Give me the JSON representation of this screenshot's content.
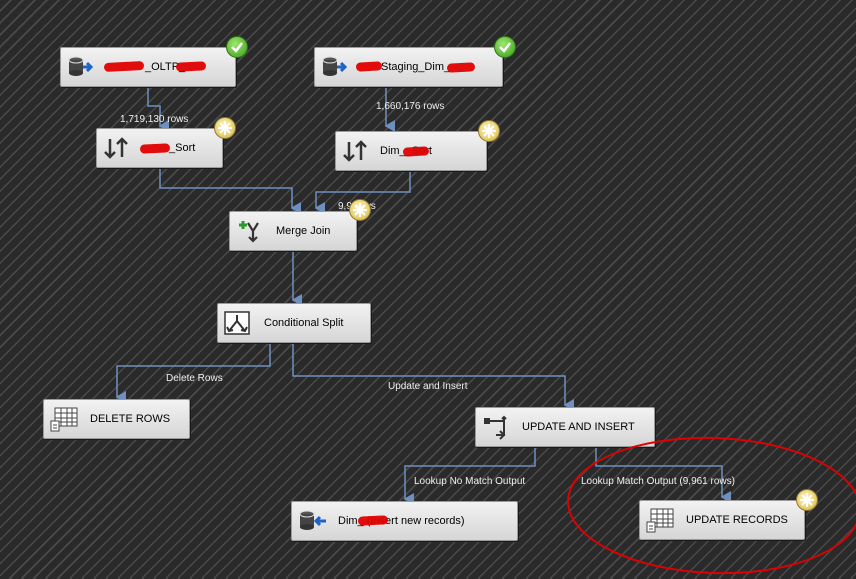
{
  "nodes": {
    "src_oltp": {
      "label": "_OLTP_"
    },
    "src_staging": {
      "label": "Staging_Dim_"
    },
    "sort_left": {
      "label": "_Sort"
    },
    "sort_right": {
      "label": "Dim__Sort"
    },
    "merge_join": {
      "label": "Merge Join"
    },
    "cond_split": {
      "label": "Conditional Split"
    },
    "delete_rows": {
      "label": "DELETE ROWS"
    },
    "update_insert": {
      "label": "UPDATE AND INSERT"
    },
    "insert_dest": {
      "label": "Dim_  (Insert new records)"
    },
    "update_records": {
      "label": "UPDATE RECORDS"
    }
  },
  "paths": {
    "rows_left": "1,719,130 rows",
    "rows_right": "1,660,176 rows",
    "rows_merge": "9,9    rows",
    "delete_rows": "Delete Rows",
    "update_insert": "Update and Insert",
    "no_match": "Lookup No Match Output",
    "match": "Lookup Match Output (9,961 rows)"
  },
  "icons": {
    "source": "ole-db-source-icon",
    "sort": "sort-icon",
    "merge": "merge-join-icon",
    "split": "conditional-split-icon",
    "command": "ole-db-command-icon",
    "lookup": "lookup-icon",
    "destination": "ole-db-destination-icon",
    "ok": "success-check-icon",
    "pending": "in-progress-icon"
  },
  "colors": {
    "connector": "#6f8fbf",
    "annotation": "#e00000",
    "success": "#3a9a1c"
  }
}
